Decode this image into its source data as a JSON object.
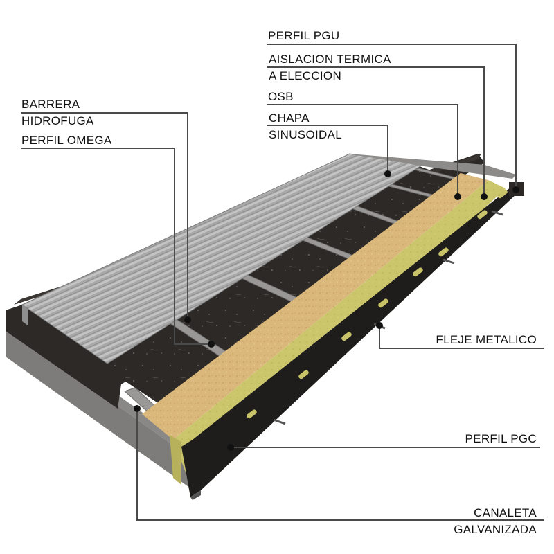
{
  "diagram": {
    "subject": "Roof assembly cross-section (steel frame)",
    "colors": {
      "background": "#ffffff",
      "leader_line": "#4a4a4a",
      "corrugated_sheet": "#a9a9a9",
      "water_barrier": "#2b2826",
      "omega_profile": "#8c8a88",
      "osb": "#d9b57a",
      "insulation": "#c9c46a",
      "pgc_profile": "#1e1c1b",
      "gutter": "#7d7b79",
      "label_text": "#111111"
    },
    "labels": {
      "perfil_pgu": "PERFIL PGU",
      "aislacion_line1": "AISLACION TERMICA",
      "aislacion_line2": "A ELECCION",
      "osb": "OSB",
      "chapa_line1": "CHAPA",
      "chapa_line2": "SINUSOIDAL",
      "barrera_line1": "BARRERA",
      "barrera_line2": "HIDROFUGA",
      "perfil_omega": "PERFIL OMEGA",
      "fleje_metalico": "FLEJE METALICO",
      "perfil_pgc": "PERFIL PGC",
      "canaleta_line1": "CANALETA",
      "canaleta_line2": "GALVANIZADA"
    }
  }
}
